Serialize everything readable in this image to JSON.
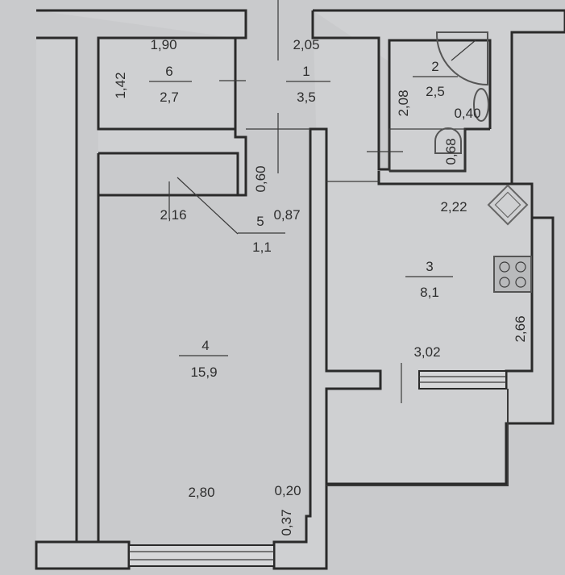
{
  "plan": {
    "rooms": [
      {
        "number": "1",
        "area": "3,5"
      },
      {
        "number": "2",
        "area": "2,5"
      },
      {
        "number": "3",
        "area": "8,1"
      },
      {
        "number": "4",
        "area": "15,9"
      },
      {
        "number": "5",
        "area": "1,1"
      },
      {
        "number": "6",
        "area": "2,7"
      }
    ],
    "dimensions": {
      "room6_width": "1,90",
      "room6_depth": "1,42",
      "room1_width": "2,05",
      "room2_depth": "2,08",
      "room2_sink": "0,40",
      "wc_width": "0,68",
      "room5_depth": "0,60",
      "room5_width": "2,16",
      "room5_side": "0,87",
      "kitchen_width": "2,22",
      "kitchen_depth": "2,66",
      "kitchen_window": "3,02",
      "room4_width": "2,80",
      "room4_niche": "0,20",
      "room4_niche_depth": "0,37"
    }
  }
}
